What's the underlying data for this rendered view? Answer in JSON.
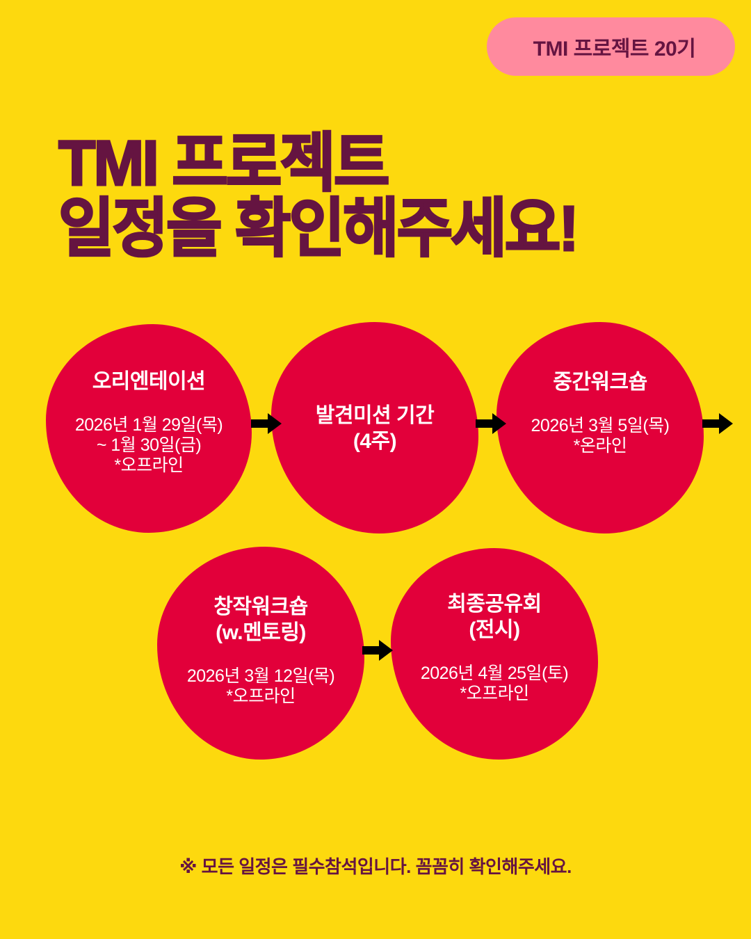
{
  "badge": {
    "label": "TMI 프로젝트 20기"
  },
  "headline": {
    "line1": "TMI 프로젝트",
    "line2": "일정을 확인해주세요!"
  },
  "steps": [
    {
      "title_line1": "오리엔테이션",
      "title_line2": "",
      "detail_lines": [
        "2026년 1월 29일(목)",
        "~ 1월 30일(금)",
        "*오프라인"
      ]
    },
    {
      "title_line1": "발견미션 기간",
      "title_line2": "(4주)",
      "detail_lines": []
    },
    {
      "title_line1": "중간워크숍",
      "title_line2": "",
      "detail_lines": [
        "2026년 3월 5일(목)",
        "*온라인"
      ]
    },
    {
      "title_line1": "창작워크숍",
      "title_line2": "(w.멘토링)",
      "detail_lines": [
        "2026년 3월 12일(목)",
        "*오프라인"
      ]
    },
    {
      "title_line1": "최종공유회",
      "title_line2": "(전시)",
      "detail_lines": [
        "2026년 4월 25일(토)",
        "*오프라인"
      ]
    }
  ],
  "footer_note": "※ 모든 일정은 필수참석입니다. 꼼꼼히 확인해주세요.",
  "colors": {
    "background": "#FDD90E",
    "badge": "#FF8A9E",
    "headline": "#651441",
    "blob": "#E2003A",
    "arrow": "#000000"
  }
}
